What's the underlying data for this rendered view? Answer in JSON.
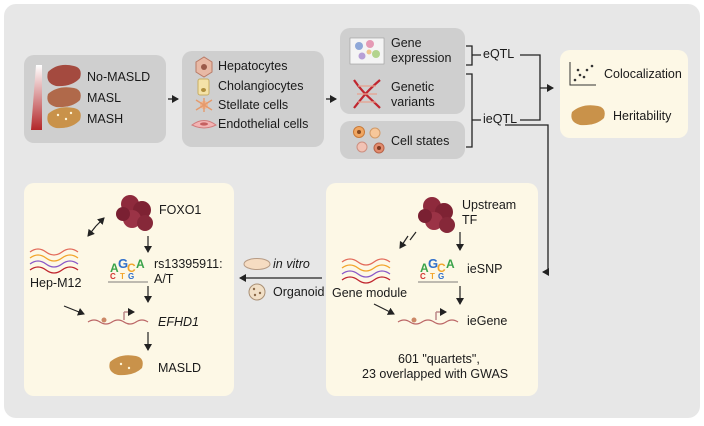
{
  "stages": [
    "No-MASLD",
    "MASL",
    "MASH"
  ],
  "cell_types": [
    "Hepatocytes",
    "Cholangiocytes",
    "Stellate cells",
    "Endothelial cells"
  ],
  "inputs": {
    "gene_expression": [
      "Gene",
      "expression"
    ],
    "genetic_variants": [
      "Genetic",
      "variants"
    ],
    "cell_states": "Cell states"
  },
  "qtl": {
    "eqtl": "eQTL",
    "ieqtl": "ieQTL"
  },
  "outputs": {
    "colocalization": "Colocalization",
    "heritability": "Heritability"
  },
  "quartet": {
    "upstream_tf": [
      "Upstream",
      "TF"
    ],
    "iesnp": "ieSNP",
    "gene_module": "Gene module",
    "iegene": "ieGene",
    "summary": [
      "601 \"quartets\",",
      "23 overlapped with GWAS"
    ]
  },
  "validation": {
    "in_vitro": "in vitro",
    "organoid": "Organoid"
  },
  "example": {
    "tf": "FOXO1",
    "snp": [
      "rs13395911:",
      "A/T"
    ],
    "module": "Hep-M12",
    "gene": "EFHD1",
    "disease": "MASLD"
  },
  "colors": {
    "background": "#e7e7e7",
    "gray_box": "#cfcfcf",
    "cream_box": "#fdf8e6",
    "liver": "#c9924a",
    "tf_protein": "#8e2a3c"
  }
}
